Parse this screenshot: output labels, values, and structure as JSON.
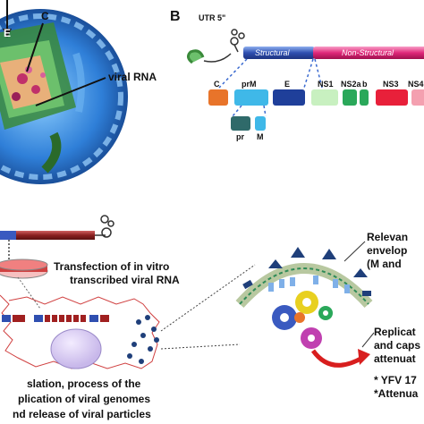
{
  "panel_b_letter": "B",
  "virion": {
    "label_E": "E",
    "label_C": "C",
    "label_rna": "viral RNA"
  },
  "genome": {
    "utr": "UTR 5\"",
    "structural": "Structural",
    "nonstructural": "Non-Structural"
  },
  "genes": [
    "C",
    "prM",
    "E",
    "NS1",
    "NS2a",
    "b",
    "NS3",
    "NS4"
  ],
  "subgenes": [
    "pr",
    "M"
  ],
  "transfection": {
    "line1": "Transfection of in vitro",
    "line2": "transcribed viral RNA"
  },
  "cell_text": {
    "line1": "slation, process of the",
    "line2": "plication of viral genomes",
    "line3": "nd release of viral particles"
  },
  "right_text": {
    "relevant_1": "Relevan",
    "relevant_2": "envelop",
    "relevant_3": "(M and",
    "replic_1": "Replicat",
    "replic_2": "and caps",
    "replic_3": "attenuat",
    "yfv": "* YFV 17",
    "attenu": "*Attenua"
  },
  "colors": {
    "structural_bar": "#2f4fb0",
    "nonstructural_bar": "#e0287a",
    "virion_green": "#3a8a3a",
    "virion_blue": "#4a7fd0",
    "arrow_red": "#d81e1e",
    "membrane_green": "#2e8b57"
  }
}
